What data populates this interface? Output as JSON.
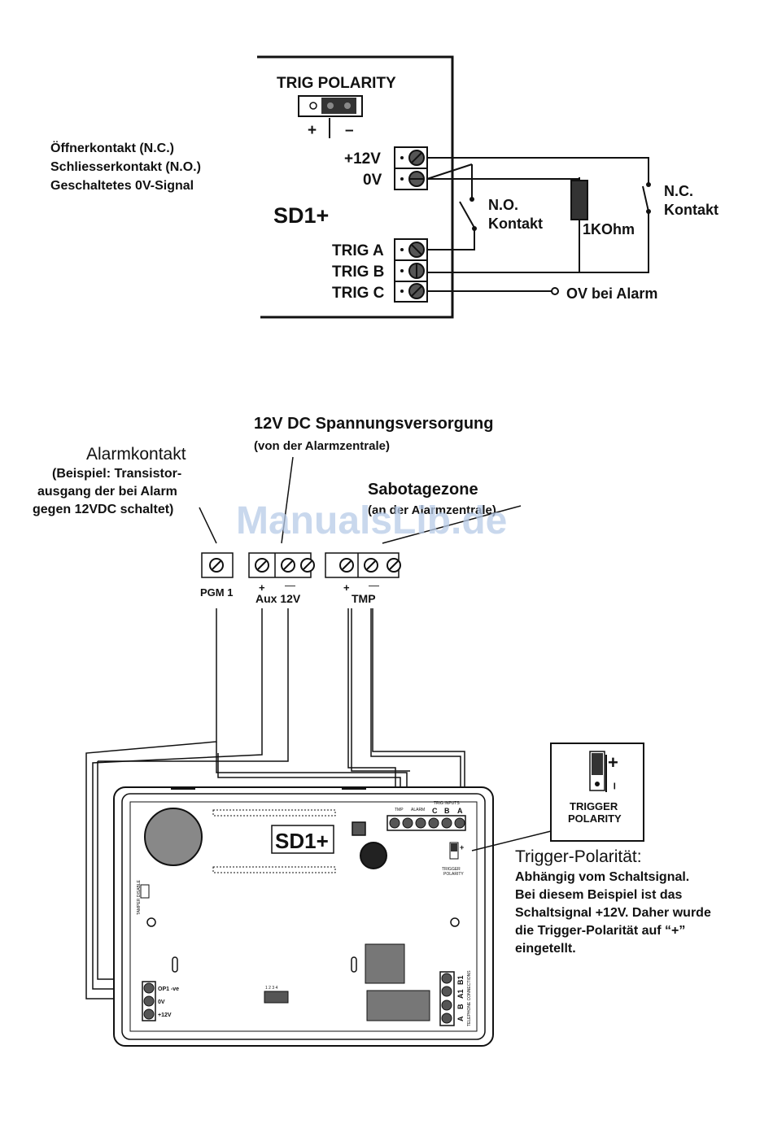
{
  "top_diagram": {
    "trig_polarity": "TRIG POLARITY",
    "plus": "+",
    "minus": "–",
    "legend": [
      "Öffnerkontakt (N.C.)",
      "Schliesserkontakt (N.O.)",
      "Geschaltetes 0V-Signal"
    ],
    "device": "SD1+",
    "terminals": [
      "+12V",
      "0V",
      "TRIG A",
      "TRIG B",
      "TRIG C"
    ],
    "no_contact": [
      "N.O.",
      "Kontakt"
    ],
    "nc_contact": [
      "N.C.",
      "Kontakt"
    ],
    "resistor": "1KOhm",
    "alarm_out": "OV bei Alarm"
  },
  "bottom_diagram": {
    "psu_title": "12V DC Spannungsversorgung",
    "psu_sub": "(von der Alarmzentrale)",
    "alarm_title": "Alarmkontakt",
    "alarm_sub": [
      "(Beispiel: Transistor-",
      "ausgang der bei Alarm",
      "gegen 12VDC schaltet)"
    ],
    "tamper_title": "Sabotagezone",
    "tamper_sub": "(an der Alarmzentrale)",
    "panel_labels": {
      "pgm": "PGM 1",
      "aux": "Aux 12V",
      "tmp": "TMP",
      "plus": "+",
      "minus": "—"
    },
    "board_label": "SD1+",
    "board_terminals": [
      "OP1 -ve",
      "0V",
      "+12V"
    ],
    "board_trig_header": [
      "TMP",
      "ALARM",
      "C",
      "B",
      "A"
    ],
    "board_trig_sub": "TRIG INPUTS",
    "board_trigger_small": [
      "TRIGGER",
      "POLARITY"
    ],
    "board_side_terms": [
      "B1",
      "A1",
      "B",
      "A"
    ],
    "board_side_caption": "TELEPHONE CONNECTIONS",
    "board_left_vertical": "TAMPER DISABLE",
    "board_dip": "1 2 3 4",
    "inset": [
      "TRIGGER",
      "POLARITY"
    ],
    "inset_plus": "+",
    "inset_minus": "–",
    "note_title": "Trigger-Polarität:",
    "note": [
      "Abhängig vom Schaltsignal.",
      "Bei diesem Beispiel ist das",
      "Schaltsignal +12V. Daher wurde",
      "die Trigger-Polarität auf “+”",
      "eingetellt."
    ]
  },
  "watermark": "ManualsLib.de"
}
